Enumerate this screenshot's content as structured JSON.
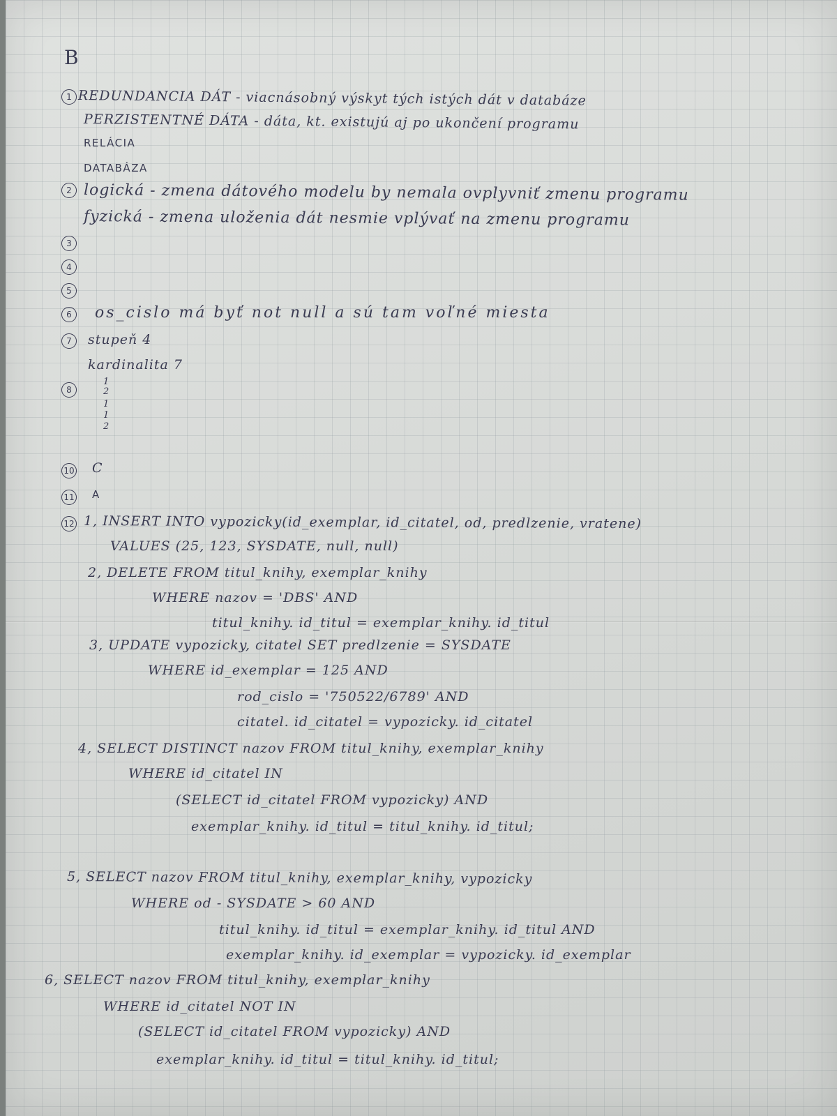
{
  "page": {
    "heading": "B",
    "lines": [
      {
        "mark": "",
        "text": "B"
      },
      {
        "mark": "1",
        "text": "REDUNDANCIA DÁT - viacnásobný výskyt tých istých dát v databáze"
      },
      {
        "mark": "",
        "text": "PERZISTENTNÉ DÁTA - dáta, kt. existujú aj po ukončení programu"
      },
      {
        "mark": "",
        "text": "RELÁCIA"
      },
      {
        "mark": "",
        "text": "DATABÁZA"
      },
      {
        "mark": "2",
        "text": "logická - zmena dátového modelu by nemala ovplyvniť zmenu programu"
      },
      {
        "mark": "",
        "text": "fyzická - zmena uloženia dát nesmie vplývať na zmenu programu"
      },
      {
        "mark": "3",
        "text": ""
      },
      {
        "mark": "4",
        "text": ""
      },
      {
        "mark": "5",
        "text": ""
      },
      {
        "mark": "6",
        "text": "os_cislo má byť not null a sú tam voľné miesta"
      },
      {
        "mark": "7",
        "text": "stupeň 4"
      },
      {
        "mark": "",
        "text": "kardinalita 7"
      },
      {
        "mark": "8",
        "text": "1"
      },
      {
        "mark": "",
        "text": "2"
      },
      {
        "mark": "",
        "text": "1"
      },
      {
        "mark": "",
        "text": "1"
      },
      {
        "mark": "",
        "text": "2"
      },
      {
        "mark": "10",
        "text": "C"
      },
      {
        "mark": "11",
        "text": "A"
      },
      {
        "mark": "12",
        "text": "1, INSERT INTO vypozicky(id_exemplar, id_citatel, od, predlzenie, vratene)"
      },
      {
        "mark": "",
        "text": "VALUES (25, 123, SYSDATE, null, null)"
      },
      {
        "mark": "",
        "text": "2, DELETE FROM titul_knihy, exemplar_knihy"
      },
      {
        "mark": "",
        "text": "WHERE nazov = 'DBS' AND"
      },
      {
        "mark": "",
        "text": "titul_knihy. id_titul = exemplar_knihy. id_titul"
      },
      {
        "mark": "",
        "text": "3, UPDATE vypozicky, citatel SET predlzenie = SYSDATE"
      },
      {
        "mark": "",
        "text": "WHERE id_exemplar = 125 AND"
      },
      {
        "mark": "",
        "text": "rod_cislo = '750522/6789' AND"
      },
      {
        "mark": "",
        "text": "citatel. id_citatel = vypozicky. id_citatel"
      },
      {
        "mark": "",
        "text": "4, SELECT DISTINCT nazov FROM titul_knihy, exemplar_knihy"
      },
      {
        "mark": "",
        "text": "WHERE id_citatel IN"
      },
      {
        "mark": "",
        "text": "(SELECT id_citatel FROM vypozicky) AND"
      },
      {
        "mark": "",
        "text": "exemplar_knihy. id_titul = titul_knihy. id_titul;"
      },
      {
        "mark": "",
        "text": "5, SELECT nazov FROM titul_knihy, exemplar_knihy, vypozicky"
      },
      {
        "mark": "",
        "text": "WHERE od - SYSDATE > 60 AND"
      },
      {
        "mark": "",
        "text": "titul_knihy. id_titul = exemplar_knihy. id_titul AND"
      },
      {
        "mark": "",
        "text": "exemplar_knihy. id_exemplar = vypozicky. id_exemplar"
      },
      {
        "mark": "",
        "text": "6, SELECT nazov FROM titul_knihy, exemplar_knihy"
      },
      {
        "mark": "",
        "text": "WHERE id_citatel NOT IN"
      },
      {
        "mark": "",
        "text": "(SELECT id_citatel FROM vypozicky) AND"
      },
      {
        "mark": "",
        "text": "exemplar_knihy. id_titul = titul_knihy. id_titul;"
      }
    ]
  }
}
